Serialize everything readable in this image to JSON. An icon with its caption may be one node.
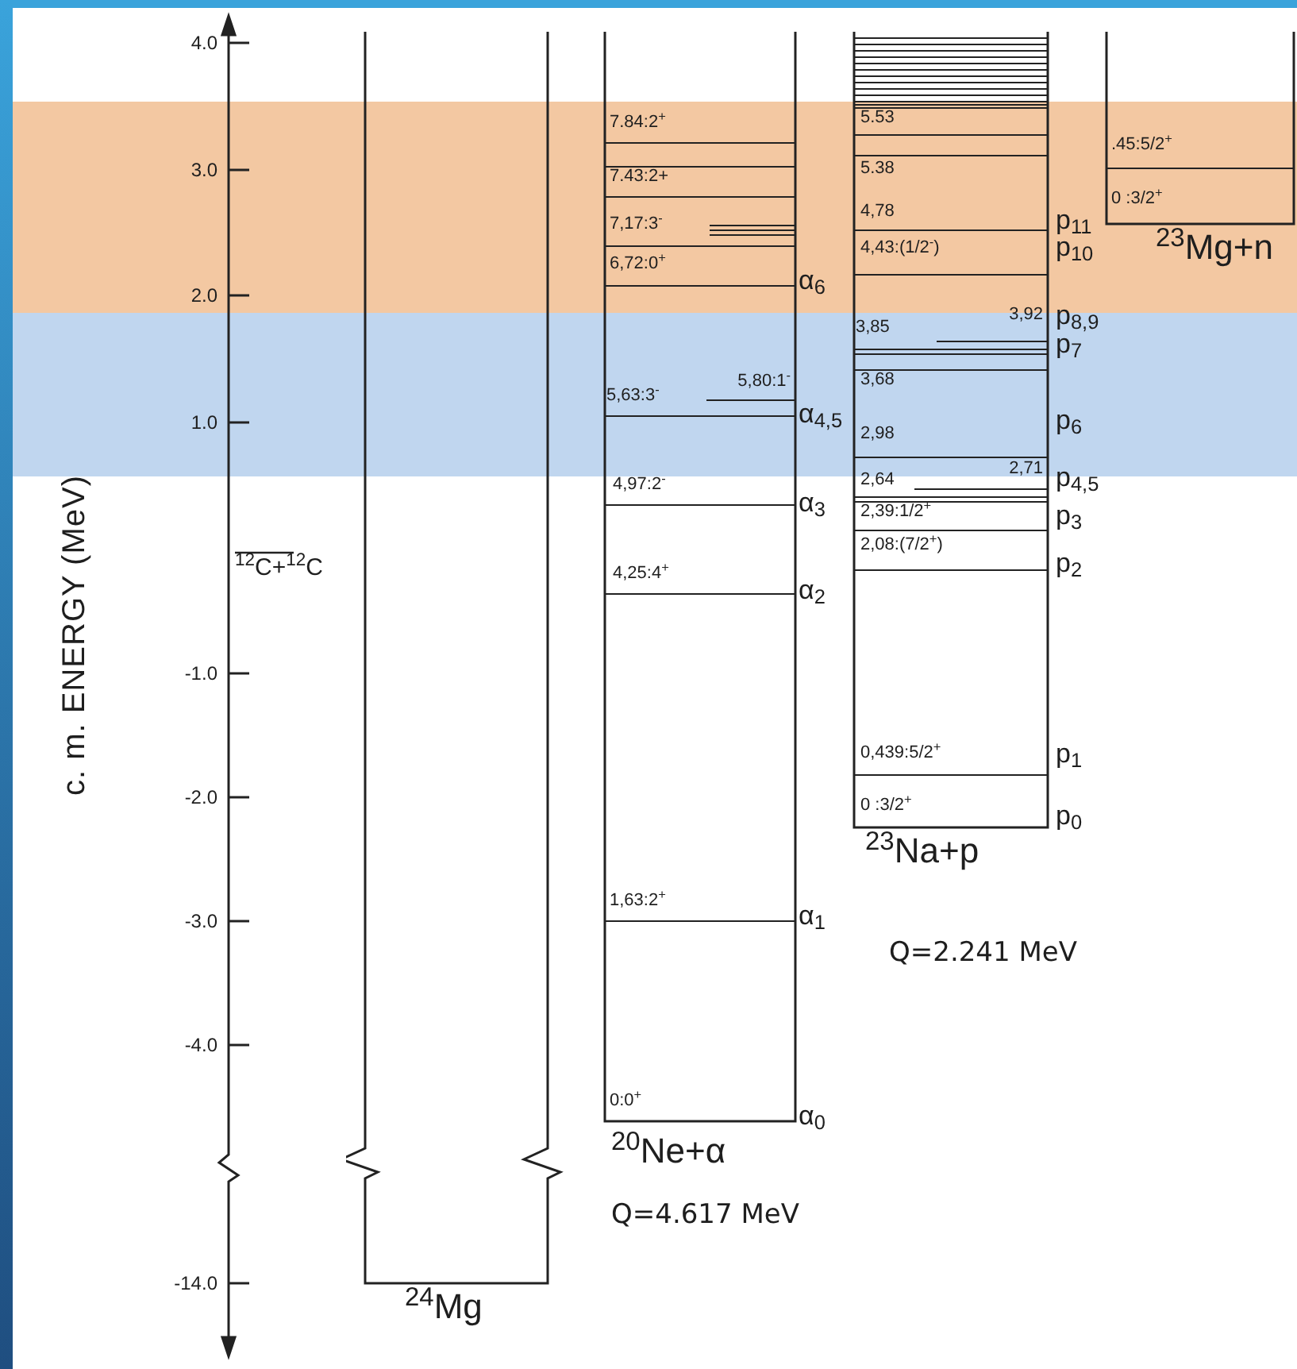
{
  "diagram": {
    "nodes": [
      {
        "text": [
          "$^{24}$Mg"
        ]
      },
      {
        "text": [
          "7.84:2$^{+}$",
          "7.43:2+",
          "7,17:3$^{-}$",
          "6,72:0$^{+}$",
          "5,80:1$^{-}$",
          "5,63:3$^{-}$",
          "4,97:2$^{-}$",
          "4,25:4$^{+}$",
          "1,63:2$^{+}$",
          "0:0$^{+}$",
          "$^{20}$Ne+α"
        ],
        "beside": [
          "α$_{6}$",
          "α$_{4,5}$",
          "α$_{3}$",
          "α$_{2}$",
          "α$_{1}$",
          "α$_{0}$",
          "Q=4.617 MeV"
        ]
      },
      {
        "text": [
          "5.53",
          "5.38",
          "4,78",
          "4,43:(1/2$^{-}$)",
          "3,85",
          "3,92",
          "3,68",
          "2,98",
          "2,64",
          "2,71",
          "2,39:1/2$^{+}$",
          "2,08:(7/2$^{+}$)",
          "0,439:5/2$^{+}$",
          "0 :3/2$^{+}$",
          "$^{23}$Na+p"
        ],
        "beside": [
          "p$_{11}$",
          "p$_{10}$",
          "p$_{8,9}$",
          "p$_{7}$",
          "p$_{6}$",
          "p$_{4,5}$",
          "p$_{3}$",
          "p$_{2}$",
          "p$_{1}$",
          "p$_{0}$",
          "Q=2.241 MeV"
        ]
      },
      {
        "text": [
          ".45:5/2$^{+}$",
          "0 :3/2$^{+}$",
          "$^{23}$Mg+n"
        ]
      }
    ],
    "labels": [
      "c. m. ENERGY (MeV)",
      "4.0",
      "3.0",
      "2.0",
      "1.0",
      "-1.0",
      "-2.0",
      "-3.0",
      "-4.0",
      "-14.0",
      "$^{12}$C+$^{12}$C"
    ]
  }
}
